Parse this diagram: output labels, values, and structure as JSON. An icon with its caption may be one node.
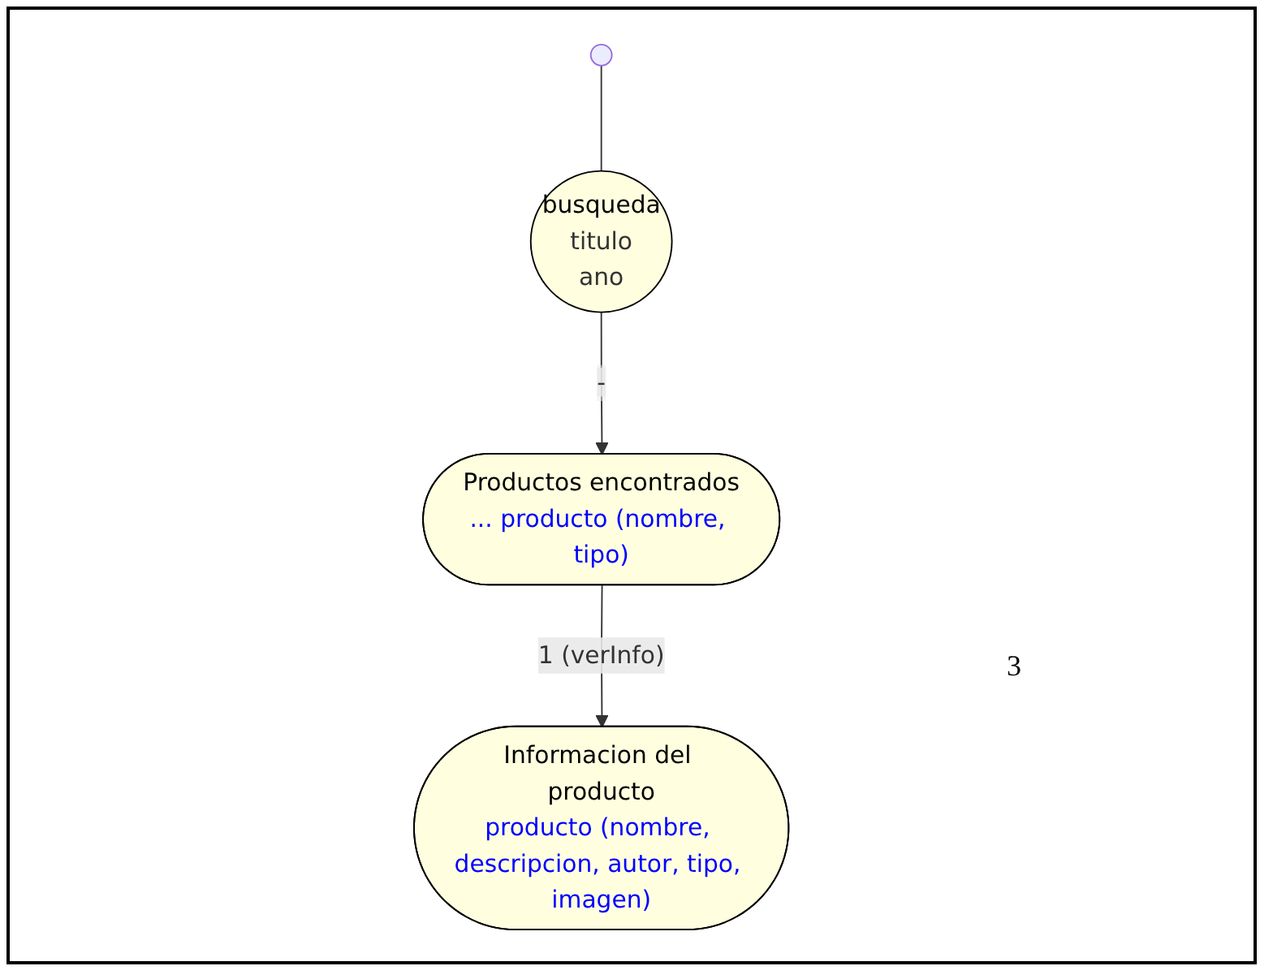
{
  "diagram": {
    "nodes": [
      {
        "text": [],
        "shape": "circle"
      },
      {
        "text": [
          "busqueda",
          "titulo",
          "ano"
        ]
      },
      {
        "text": [
          "Productos encontrados",
          "... producto (nombre, tipo)"
        ]
      },
      {
        "text": [
          "Informacion del producto",
          "producto (nombre, descripcion, autor, tipo, imagen)"
        ]
      }
    ],
    "edges": [
      {
        "from": 0,
        "to": 1,
        "arrow": "none"
      },
      {
        "from": 1,
        "to": 2,
        "arrow": "to",
        "label": "-"
      },
      {
        "from": 2,
        "to": 3,
        "arrow": "to",
        "label": "1  (verInfo)"
      }
    ],
    "labels": [
      "3"
    ]
  }
}
